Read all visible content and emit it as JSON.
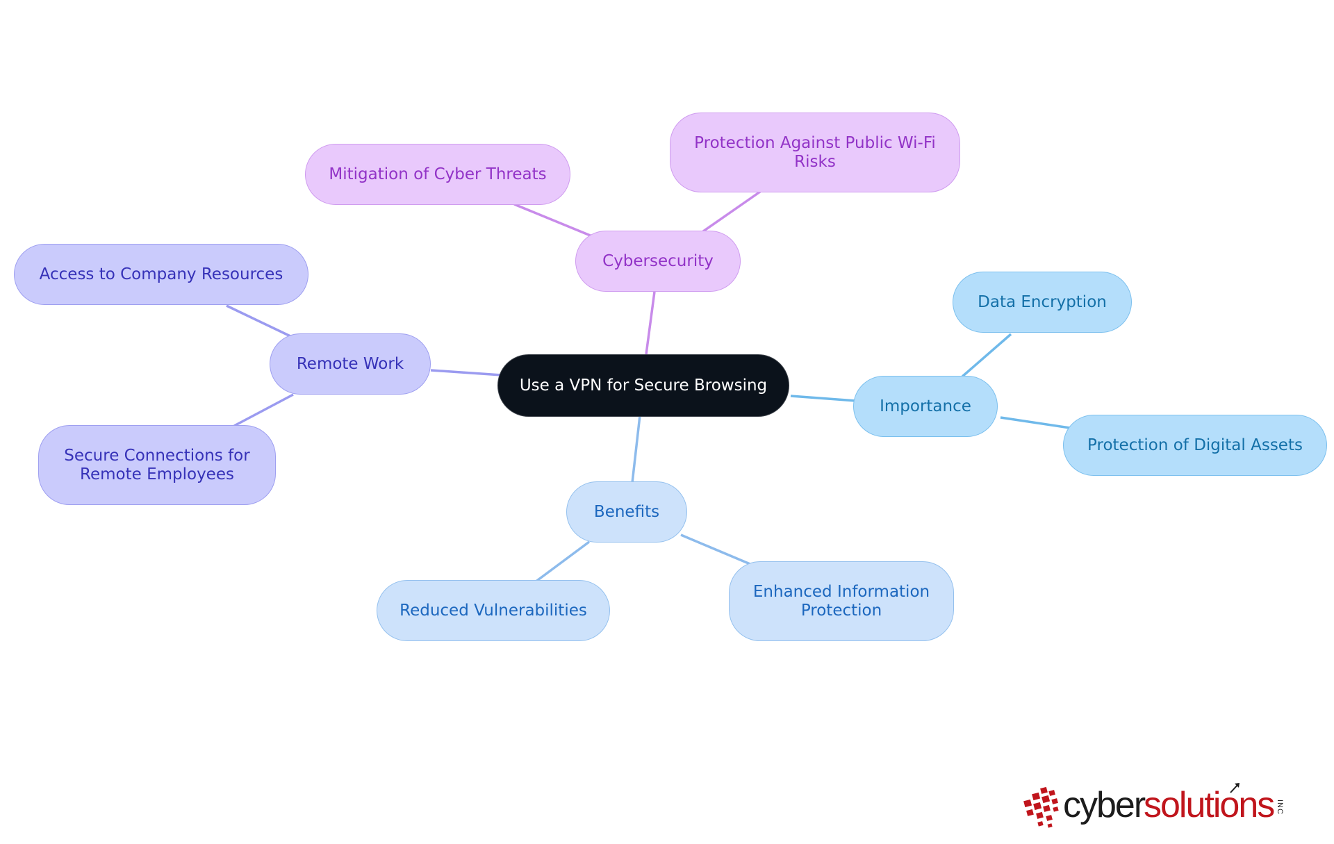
{
  "root": {
    "label": "Use a VPN for Secure Browsing"
  },
  "branches": {
    "cybersecurity": {
      "label": "Cybersecurity",
      "children": [
        "Mitigation of Cyber Threats",
        "Protection Against Public Wi-Fi Risks"
      ]
    },
    "remote_work": {
      "label": "Remote Work",
      "children": [
        "Access to Company Resources",
        "Secure Connections for Remote Employees"
      ]
    },
    "importance": {
      "label": "Importance",
      "children": [
        "Data Encryption",
        "Protection of Digital Assets"
      ]
    },
    "benefits": {
      "label": "Benefits",
      "children": [
        "Reduced Vulnerabilities",
        "Enhanced Information Protection"
      ]
    }
  },
  "colors": {
    "root_fill": "#0b121b",
    "purple_fill": "#e9c9fc",
    "purple_text": "#9233c7",
    "purple_edge": "#c88bea",
    "indigo_fill": "#cacbfc",
    "indigo_text": "#3632b8",
    "indigo_edge": "#9b9bf0",
    "sky_fill": "#b4defb",
    "sky_text": "#1470a8",
    "sky_edge": "#6fb9ea",
    "pale_fill": "#cde2fb",
    "pale_text": "#1c67be",
    "pale_edge": "#8dbbec"
  },
  "logo": {
    "word_dark": "cyber",
    "word_red": "solutions",
    "suffix": "INC",
    "dark_color": "#1c1c1c",
    "red_color": "#c0151c"
  }
}
